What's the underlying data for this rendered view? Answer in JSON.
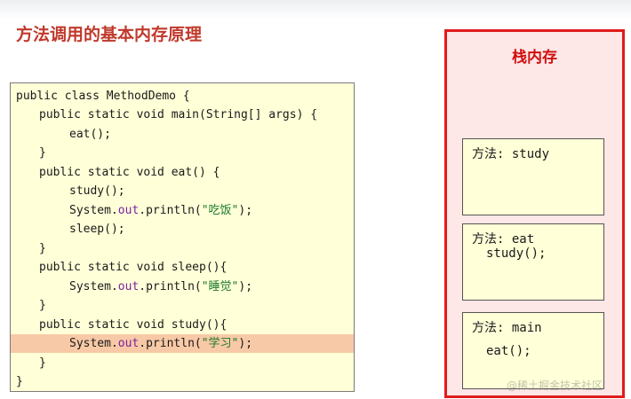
{
  "slide": {
    "title": "方法调用的基本内存原理"
  },
  "code": {
    "lines": [
      "public class MethodDemo {",
      "public static void main(String[] args) {",
      "eat();",
      "}",
      "public static void eat() {",
      "study();",
      "System.",
      "out",
      ".println(",
      "\"吃饭\"",
      ");",
      "sleep();",
      "}",
      "public static void sleep(){",
      "System.",
      "out",
      ".println(",
      "\"睡觉\"",
      ");",
      "}",
      "public static void study(){",
      "System.",
      "out",
      ".println(",
      "\"学习\"",
      ");",
      "}",
      "}"
    ],
    "highlight_color": "#f8c9a6",
    "background": "#ffffd8"
  },
  "stack": {
    "title": "栈内存",
    "border_color": "#e01b1b",
    "frames": [
      {
        "label": "方法: study",
        "call": ""
      },
      {
        "label": "方法: eat",
        "call": "study();"
      },
      {
        "label": "方法: main",
        "call": "eat();"
      }
    ]
  },
  "watermark": "@稀土掘金技术社区"
}
